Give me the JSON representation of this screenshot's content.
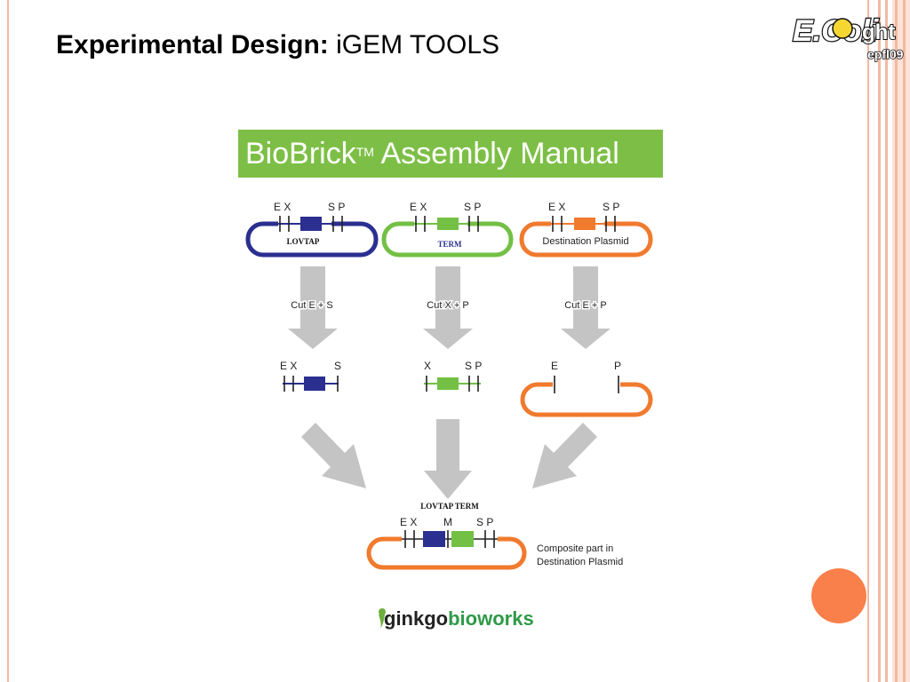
{
  "title": {
    "bold": "Experimental Design:",
    "rest": " iGEM TOOLS"
  },
  "logo": {
    "main": "E.Coli",
    "suffix": "ght",
    "sub": "epfl09"
  },
  "banner": {
    "text": "BioBrick",
    "tm": "TM",
    "rest": " Assembly Manual"
  },
  "colors": {
    "blue": "#2b2f8f",
    "green": "#73c045",
    "orange": "#f07a2e",
    "arrow": "#c4c4c4",
    "banner": "#7dbf46",
    "accent": "#f9804a"
  },
  "top_row": {
    "p1": {
      "sites_left": "E X",
      "sites_right": "S P",
      "label": "LOVTAP"
    },
    "p2": {
      "sites_left": "E X",
      "sites_right": "S P",
      "label": "TERM"
    },
    "p3": {
      "sites_left": "E X",
      "sites_right": "S P",
      "label": "Destination Plasmid"
    }
  },
  "cuts": {
    "c1": "Cut E + S",
    "c2": "Cut X + P",
    "c3": "Cut E + P"
  },
  "fragments": {
    "f1": {
      "left": "E X",
      "right": "S"
    },
    "f2": {
      "left": "X",
      "right": "S P"
    },
    "f3": {
      "left": "E",
      "right": "P"
    }
  },
  "composite": {
    "label": "LOVTAP  TERM",
    "sites_left": "E X",
    "site_mid": "M",
    "sites_right": "S P",
    "desc_line1": "Composite part in",
    "desc_line2": "Destination Plasmid"
  },
  "footer": {
    "ginkgo": "ginkgo",
    "bioworks": "bioworks"
  }
}
